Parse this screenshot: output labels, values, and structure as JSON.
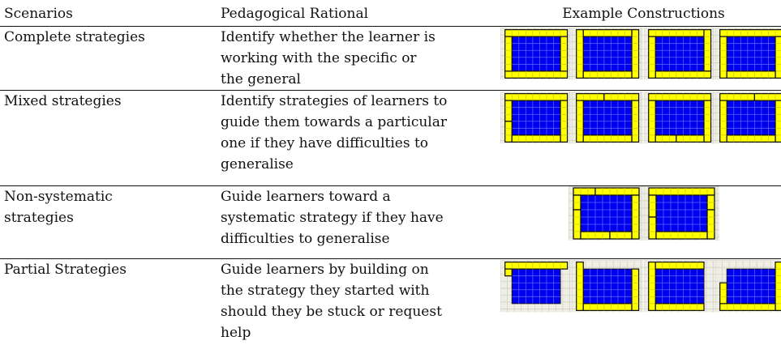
{
  "headers": {
    "scenarios": "Scenarios",
    "rationale": "Pedagogical Rational",
    "examples": "Example Constructions"
  },
  "rows": [
    {
      "scenario": "Complete strategies",
      "rationale_lines": [
        "Identify whether the learner is",
        "working with the specific or",
        "the general"
      ]
    },
    {
      "scenario": "Mixed strategies",
      "rationale_lines": [
        "Identify strategies of learners to",
        "guide them towards a particular",
        "one if they have difficulties to",
        "generalise"
      ]
    },
    {
      "scenario_lines": [
        "Non-systematic",
        "strategies"
      ],
      "rationale_lines": [
        "Guide learners toward a",
        "systematic strategy if they have",
        "difficulties to generalise"
      ]
    },
    {
      "scenario": "Partial Strategies",
      "rationale_lines": [
        "Guide learners by building on",
        "the strategy they started with",
        "should they be stuck or request",
        "help"
      ]
    }
  ],
  "colors": {
    "tile": "#ffff00",
    "pool": "#0000ee",
    "grid_bg": "#efeee4",
    "grid_line": "#d6d5c9",
    "outline": "#111111"
  }
}
